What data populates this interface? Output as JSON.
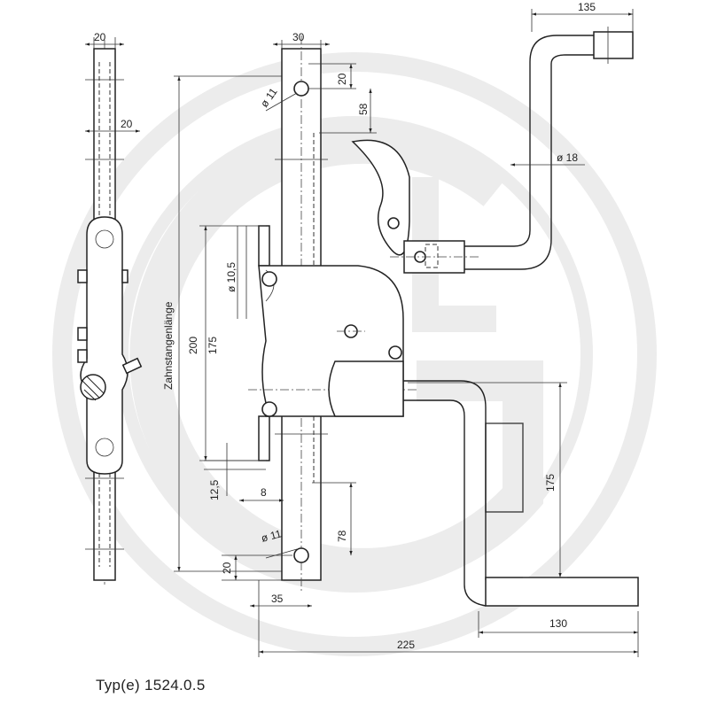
{
  "diagram": {
    "dimensions": {
      "side_width_top": "20",
      "side_width_mid": "20",
      "bar_width": "30",
      "top_hole_offset": "20",
      "top_hole_to_pawl": "58",
      "hole_dia_top": "ø 11",
      "hole_dia_bottom": "ø 11",
      "crank_rod_dia": "ø 18",
      "crank_offset_top": "135",
      "bracket_hole_dia": "ø 10,5",
      "bracket_height": "175",
      "overall_height": "200",
      "rack_length_label": "Zahnstangenlänge",
      "bracket_bottom_offset": "12,5",
      "bracket_plate_thickness": "8",
      "bottom_hole_to_pawl": "78",
      "bottom_hole_offset": "20",
      "bottom_hole_x": "35",
      "crank_drop": "175",
      "handle_length": "130",
      "overall_width": "225"
    },
    "caption": "Typ(e)  1524.0.5"
  }
}
